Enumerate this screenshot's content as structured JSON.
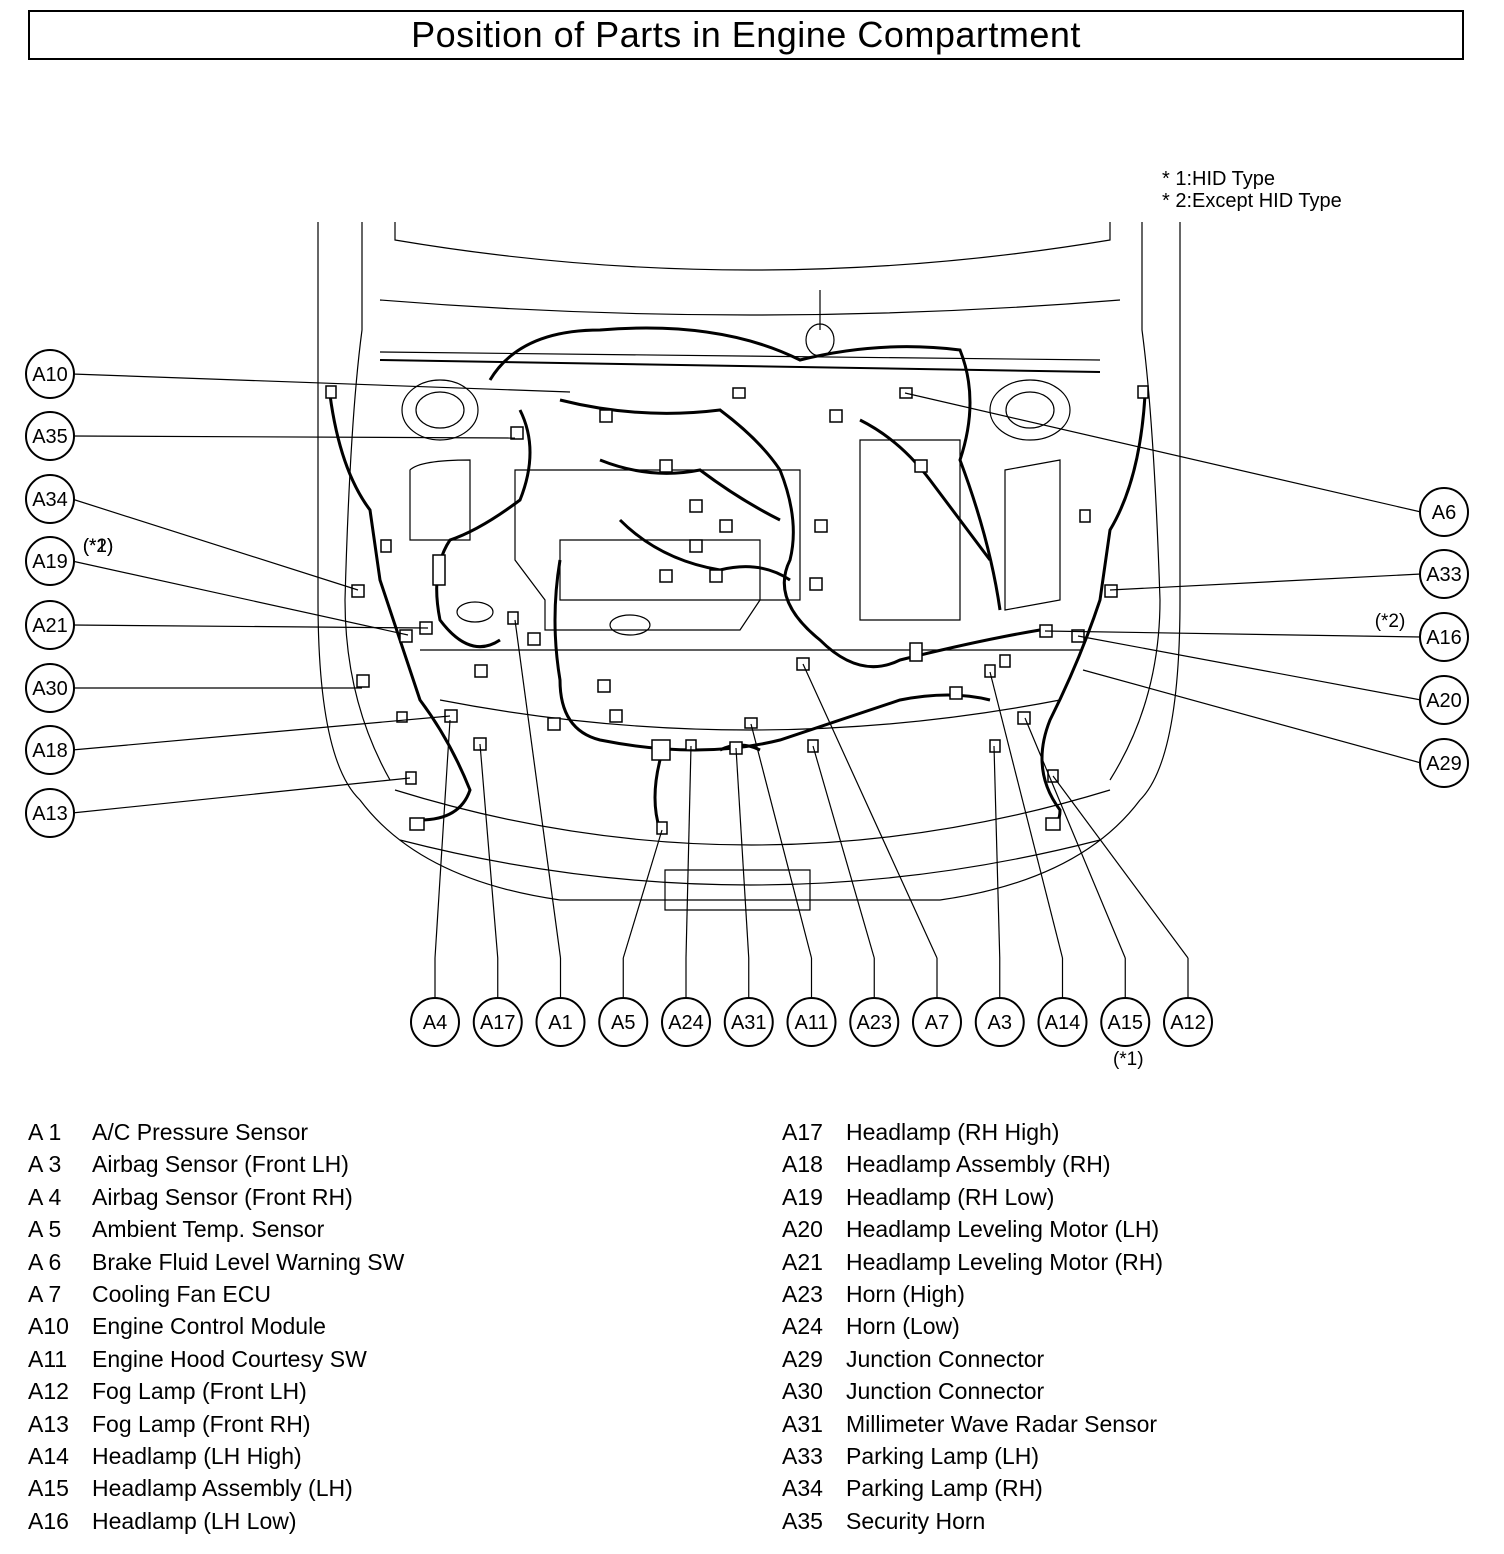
{
  "title": "Position of Parts in Engine Compartment",
  "notes": [
    "* 1:HID Type",
    "* 2:Except HID Type"
  ],
  "callouts_left": [
    {
      "id": "A10",
      "note": ""
    },
    {
      "id": "A35",
      "note": ""
    },
    {
      "id": "A34",
      "note": ""
    },
    {
      "id": "A19",
      "note": "(*2)"
    },
    {
      "id": "A21",
      "note": ""
    },
    {
      "id": "A30",
      "note": ""
    },
    {
      "id": "A18",
      "note": "(*1)"
    },
    {
      "id": "A13",
      "note": ""
    }
  ],
  "callouts_right": [
    {
      "id": "A6",
      "note": ""
    },
    {
      "id": "A33",
      "note": ""
    },
    {
      "id": "A16",
      "note": "(*2)"
    },
    {
      "id": "A20",
      "note": ""
    },
    {
      "id": "A29",
      "note": ""
    }
  ],
  "callouts_bottom": [
    {
      "id": "A4",
      "note": ""
    },
    {
      "id": "A17",
      "note": ""
    },
    {
      "id": "A1",
      "note": ""
    },
    {
      "id": "A5",
      "note": ""
    },
    {
      "id": "A24",
      "note": ""
    },
    {
      "id": "A31",
      "note": ""
    },
    {
      "id": "A11",
      "note": ""
    },
    {
      "id": "A23",
      "note": ""
    },
    {
      "id": "A7",
      "note": ""
    },
    {
      "id": "A3",
      "note": ""
    },
    {
      "id": "A14",
      "note": ""
    },
    {
      "id": "A15",
      "note": "(*1)"
    },
    {
      "id": "A12",
      "note": ""
    }
  ],
  "legend_left": [
    {
      "id": "A  1",
      "name": "A/C Pressure Sensor"
    },
    {
      "id": "A  3",
      "name": "Airbag Sensor (Front LH)"
    },
    {
      "id": "A  4",
      "name": "Airbag Sensor (Front RH)"
    },
    {
      "id": "A  5",
      "name": "Ambient Temp. Sensor"
    },
    {
      "id": "A  6",
      "name": "Brake Fluid Level Warning SW"
    },
    {
      "id": "A  7",
      "name": "Cooling Fan ECU"
    },
    {
      "id": "A10",
      "name": "Engine Control Module"
    },
    {
      "id": "A11",
      "name": "Engine Hood Courtesy SW"
    },
    {
      "id": "A12",
      "name": "Fog Lamp (Front LH)"
    },
    {
      "id": "A13",
      "name": "Fog Lamp (Front RH)"
    },
    {
      "id": "A14",
      "name": "Headlamp (LH High)"
    },
    {
      "id": "A15",
      "name": "Headlamp Assembly (LH)"
    },
    {
      "id": "A16",
      "name": "Headlamp (LH Low)"
    }
  ],
  "legend_right": [
    {
      "id": "A17",
      "name": "Headlamp (RH High)"
    },
    {
      "id": "A18",
      "name": "Headlamp Assembly (RH)"
    },
    {
      "id": "A19",
      "name": "Headlamp (RH Low)"
    },
    {
      "id": "A20",
      "name": "Headlamp Leveling Motor (LH)"
    },
    {
      "id": "A21",
      "name": "Headlamp Leveling Motor (RH)"
    },
    {
      "id": "A23",
      "name": "Horn (High)"
    },
    {
      "id": "A24",
      "name": "Horn (Low)"
    },
    {
      "id": "A29",
      "name": "Junction Connector"
    },
    {
      "id": "A30",
      "name": "Junction Connector"
    },
    {
      "id": "A31",
      "name": "Millimeter Wave Radar Sensor"
    },
    {
      "id": "A33",
      "name": "Parking Lamp (LH)"
    },
    {
      "id": "A34",
      "name": "Parking Lamp (RH)"
    },
    {
      "id": "A35",
      "name": "Security Horn"
    }
  ]
}
